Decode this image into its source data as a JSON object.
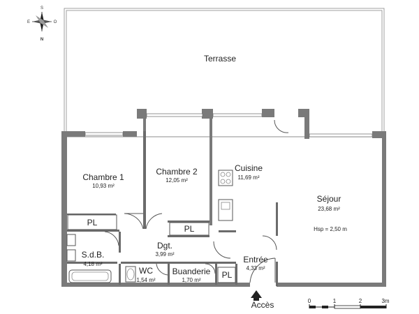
{
  "compass": {
    "n": "N",
    "s": "S",
    "e": "E",
    "o": "O"
  },
  "rooms": [
    {
      "id": "terrasse",
      "name": "Terrasse",
      "area": ""
    },
    {
      "id": "chambre1",
      "name": "Chambre 1",
      "area": "10,93 m²"
    },
    {
      "id": "chambre2",
      "name": "Chambre 2",
      "area": "12,05 m²"
    },
    {
      "id": "cuisine",
      "name": "Cuisine",
      "area": "11,69 m²"
    },
    {
      "id": "sejour",
      "name": "Séjour",
      "area": "23,68 m²",
      "note": "Hsp = 2,50 m"
    },
    {
      "id": "sdb",
      "name": "S.d.B.",
      "area": "4,18 m²"
    },
    {
      "id": "dgt",
      "name": "Dgt.",
      "area": "3,99 m²"
    },
    {
      "id": "wc",
      "name": "WC",
      "area": "1,54 m²"
    },
    {
      "id": "buanderie",
      "name": "Buanderie",
      "area": "1,70 m²"
    },
    {
      "id": "entree",
      "name": "Entrée",
      "area": "4,33 m²"
    }
  ],
  "closets": [
    "PL",
    "PL",
    "PL"
  ],
  "access_label": "Accès",
  "scale": {
    "ticks": [
      "0",
      "1",
      "2",
      "3m"
    ]
  }
}
